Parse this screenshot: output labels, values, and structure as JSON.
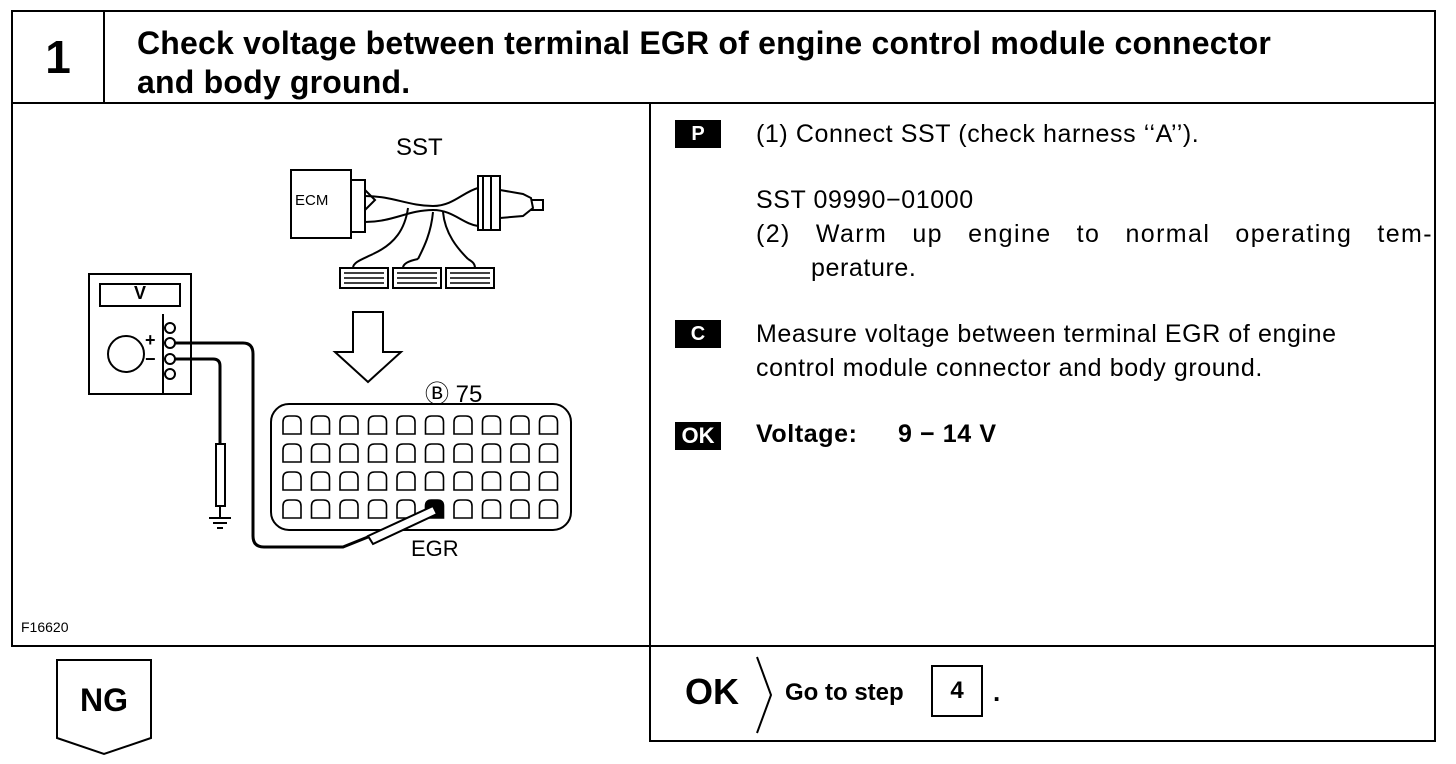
{
  "step": {
    "number": "1",
    "title_line1": "Check voltage between terminal EGR of engine control module connector",
    "title_line2": "and body ground."
  },
  "figure": {
    "sst_label": "SST",
    "ecm_label": "ECM",
    "meter_label": "V",
    "plus_sign": "+",
    "minus_sign": "−",
    "connector_label": "Ⓑ 75",
    "terminal_label": "EGR",
    "figure_code": "F16620"
  },
  "instructions": {
    "prep_tag": "P",
    "prep_line1": "(1) Connect SST (check harness ‘‘A’’).",
    "sst_number": "SST 09990−01000",
    "prep_line2a": "(2) Warm up engine to normal operating tem-",
    "prep_line2b": "perature.",
    "check_tag": "C",
    "check_line1": "Measure voltage between terminal EGR of engine",
    "check_line2": "control module connector and body ground.",
    "ok_tag": "OK",
    "spec_label": "Voltage:",
    "spec_value": "9 − 14 V"
  },
  "results": {
    "ng_label": "NG",
    "ok_label": "OK",
    "goto_text": "Go to step",
    "goto_step": "4",
    "goto_period": "."
  }
}
